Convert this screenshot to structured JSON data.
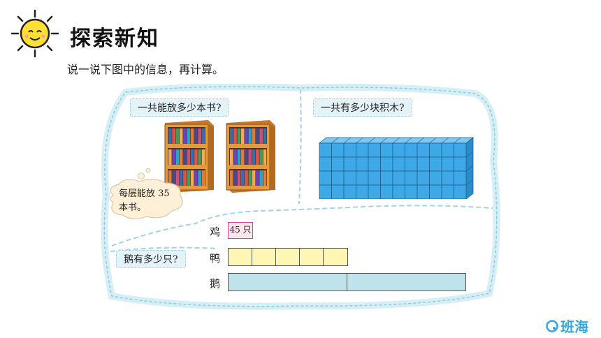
{
  "header": {
    "title": "探索新知",
    "subtitle": "说一说下图中的信息，再计算。"
  },
  "panels": {
    "books": {
      "question": "一共能放多少本书?",
      "bubble_line1": "每层能放 35",
      "bubble_line2": "本书。",
      "shelf_count": 2,
      "shelf_layers": 3
    },
    "blocks": {
      "question": "一共有多少块积木?",
      "columns": 12,
      "rows": 4
    },
    "birds": {
      "question": "鹅有多少只?",
      "chicken_label": "鸡",
      "chicken_value": "45 只",
      "duck_label": "鸭",
      "duck_segments": 5,
      "goose_label": "鹅",
      "goose_segments": 2
    }
  },
  "colors": {
    "frame_border": "#a8d8ea",
    "label_bg": "#e3f3f8",
    "cube_blue": "#3fa9e8",
    "duck_fill": "#fdf6b5",
    "goose_fill": "#bfe3ea",
    "chicken_border": "#d04b8d",
    "brand": "#3aa5d8"
  },
  "logo": {
    "text": "班海"
  }
}
